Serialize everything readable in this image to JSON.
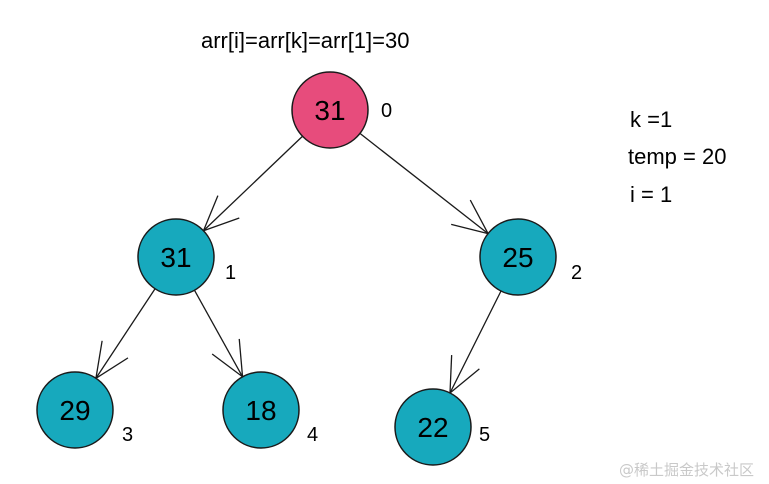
{
  "caption": "arr[i]=arr[k]=arr[1]=30",
  "variables": [
    "k =1",
    "temp = 20",
    "i = 1"
  ],
  "tree": {
    "nodes": [
      {
        "index": "0",
        "value": "31",
        "highlight": true
      },
      {
        "index": "1",
        "value": "31",
        "highlight": false
      },
      {
        "index": "2",
        "value": "25",
        "highlight": false
      },
      {
        "index": "3",
        "value": "29",
        "highlight": false
      },
      {
        "index": "4",
        "value": "18",
        "highlight": false
      },
      {
        "index": "5",
        "value": "22",
        "highlight": false
      }
    ],
    "edges": [
      [
        0,
        1
      ],
      [
        0,
        2
      ],
      [
        1,
        3
      ],
      [
        1,
        4
      ],
      [
        2,
        5
      ]
    ]
  },
  "colors": {
    "highlight_fill": "#e74c7c",
    "node_fill": "#17a9bd",
    "node_stroke": "#1a1a1a",
    "edge_stroke": "#1a1a1a"
  },
  "watermark": "@稀土掘金技术社区"
}
